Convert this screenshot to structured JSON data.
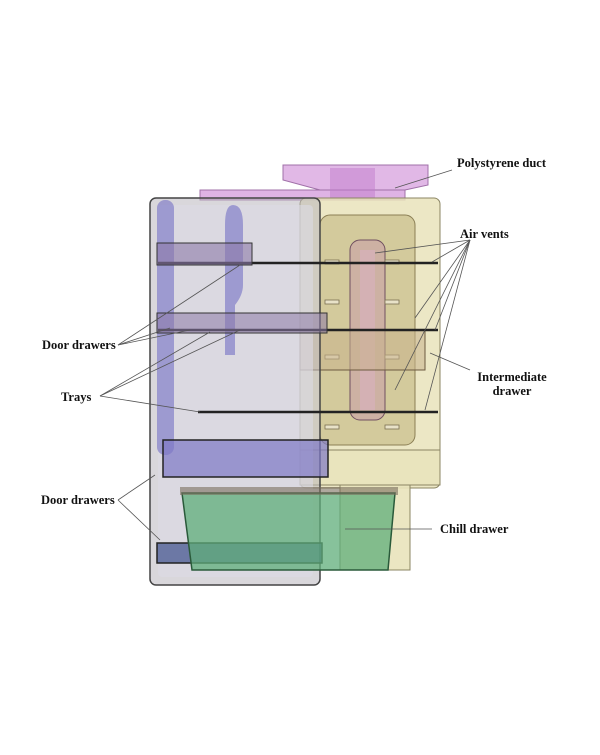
{
  "diagram": {
    "title": "Refrigerator cross-section with labeled components",
    "colors": {
      "door_frame": "#b9b7bd",
      "door_panel": "#d9d7e3",
      "door_drawer": "#7d78c6",
      "duct": "#d9a6e0",
      "cabinet": "#e9e3bb",
      "cabinet_inner": "#c9bd8a",
      "intermediate_drawer": "#c8b28c",
      "chill_drawer": "#5fae7a",
      "leader_line": "#555555"
    },
    "labels": {
      "polystyrene_duct": "Polystyrene duct",
      "air_vents": "Air vents",
      "door_drawers_top": "Door drawers",
      "trays": "Trays",
      "intermediate_drawer_line1": "Intermediate",
      "intermediate_drawer_line2": "drawer",
      "door_drawers_bottom": "Door drawers",
      "chill_drawer": "Chill drawer"
    }
  }
}
